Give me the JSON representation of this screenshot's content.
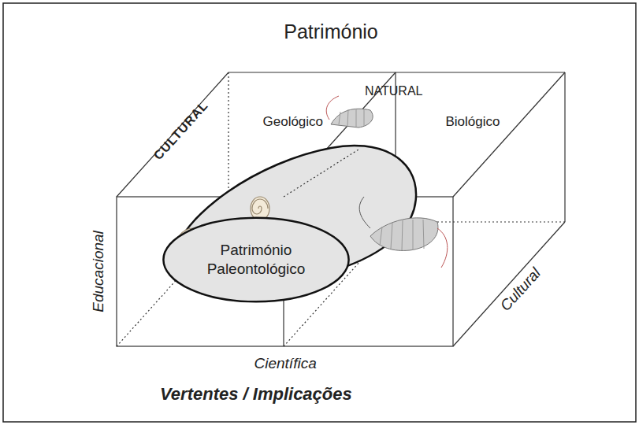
{
  "diagram": {
    "title": "Património",
    "nodes": [
      {
        "text": [
          "Património Paleontológico"
        ]
      }
    ],
    "labels": [
      "NATURAL",
      "CULTURAL",
      "Geológico",
      "Biológico",
      "Educacional",
      "Cultural",
      "Científica",
      "Vertentes / Implicações"
    ]
  }
}
